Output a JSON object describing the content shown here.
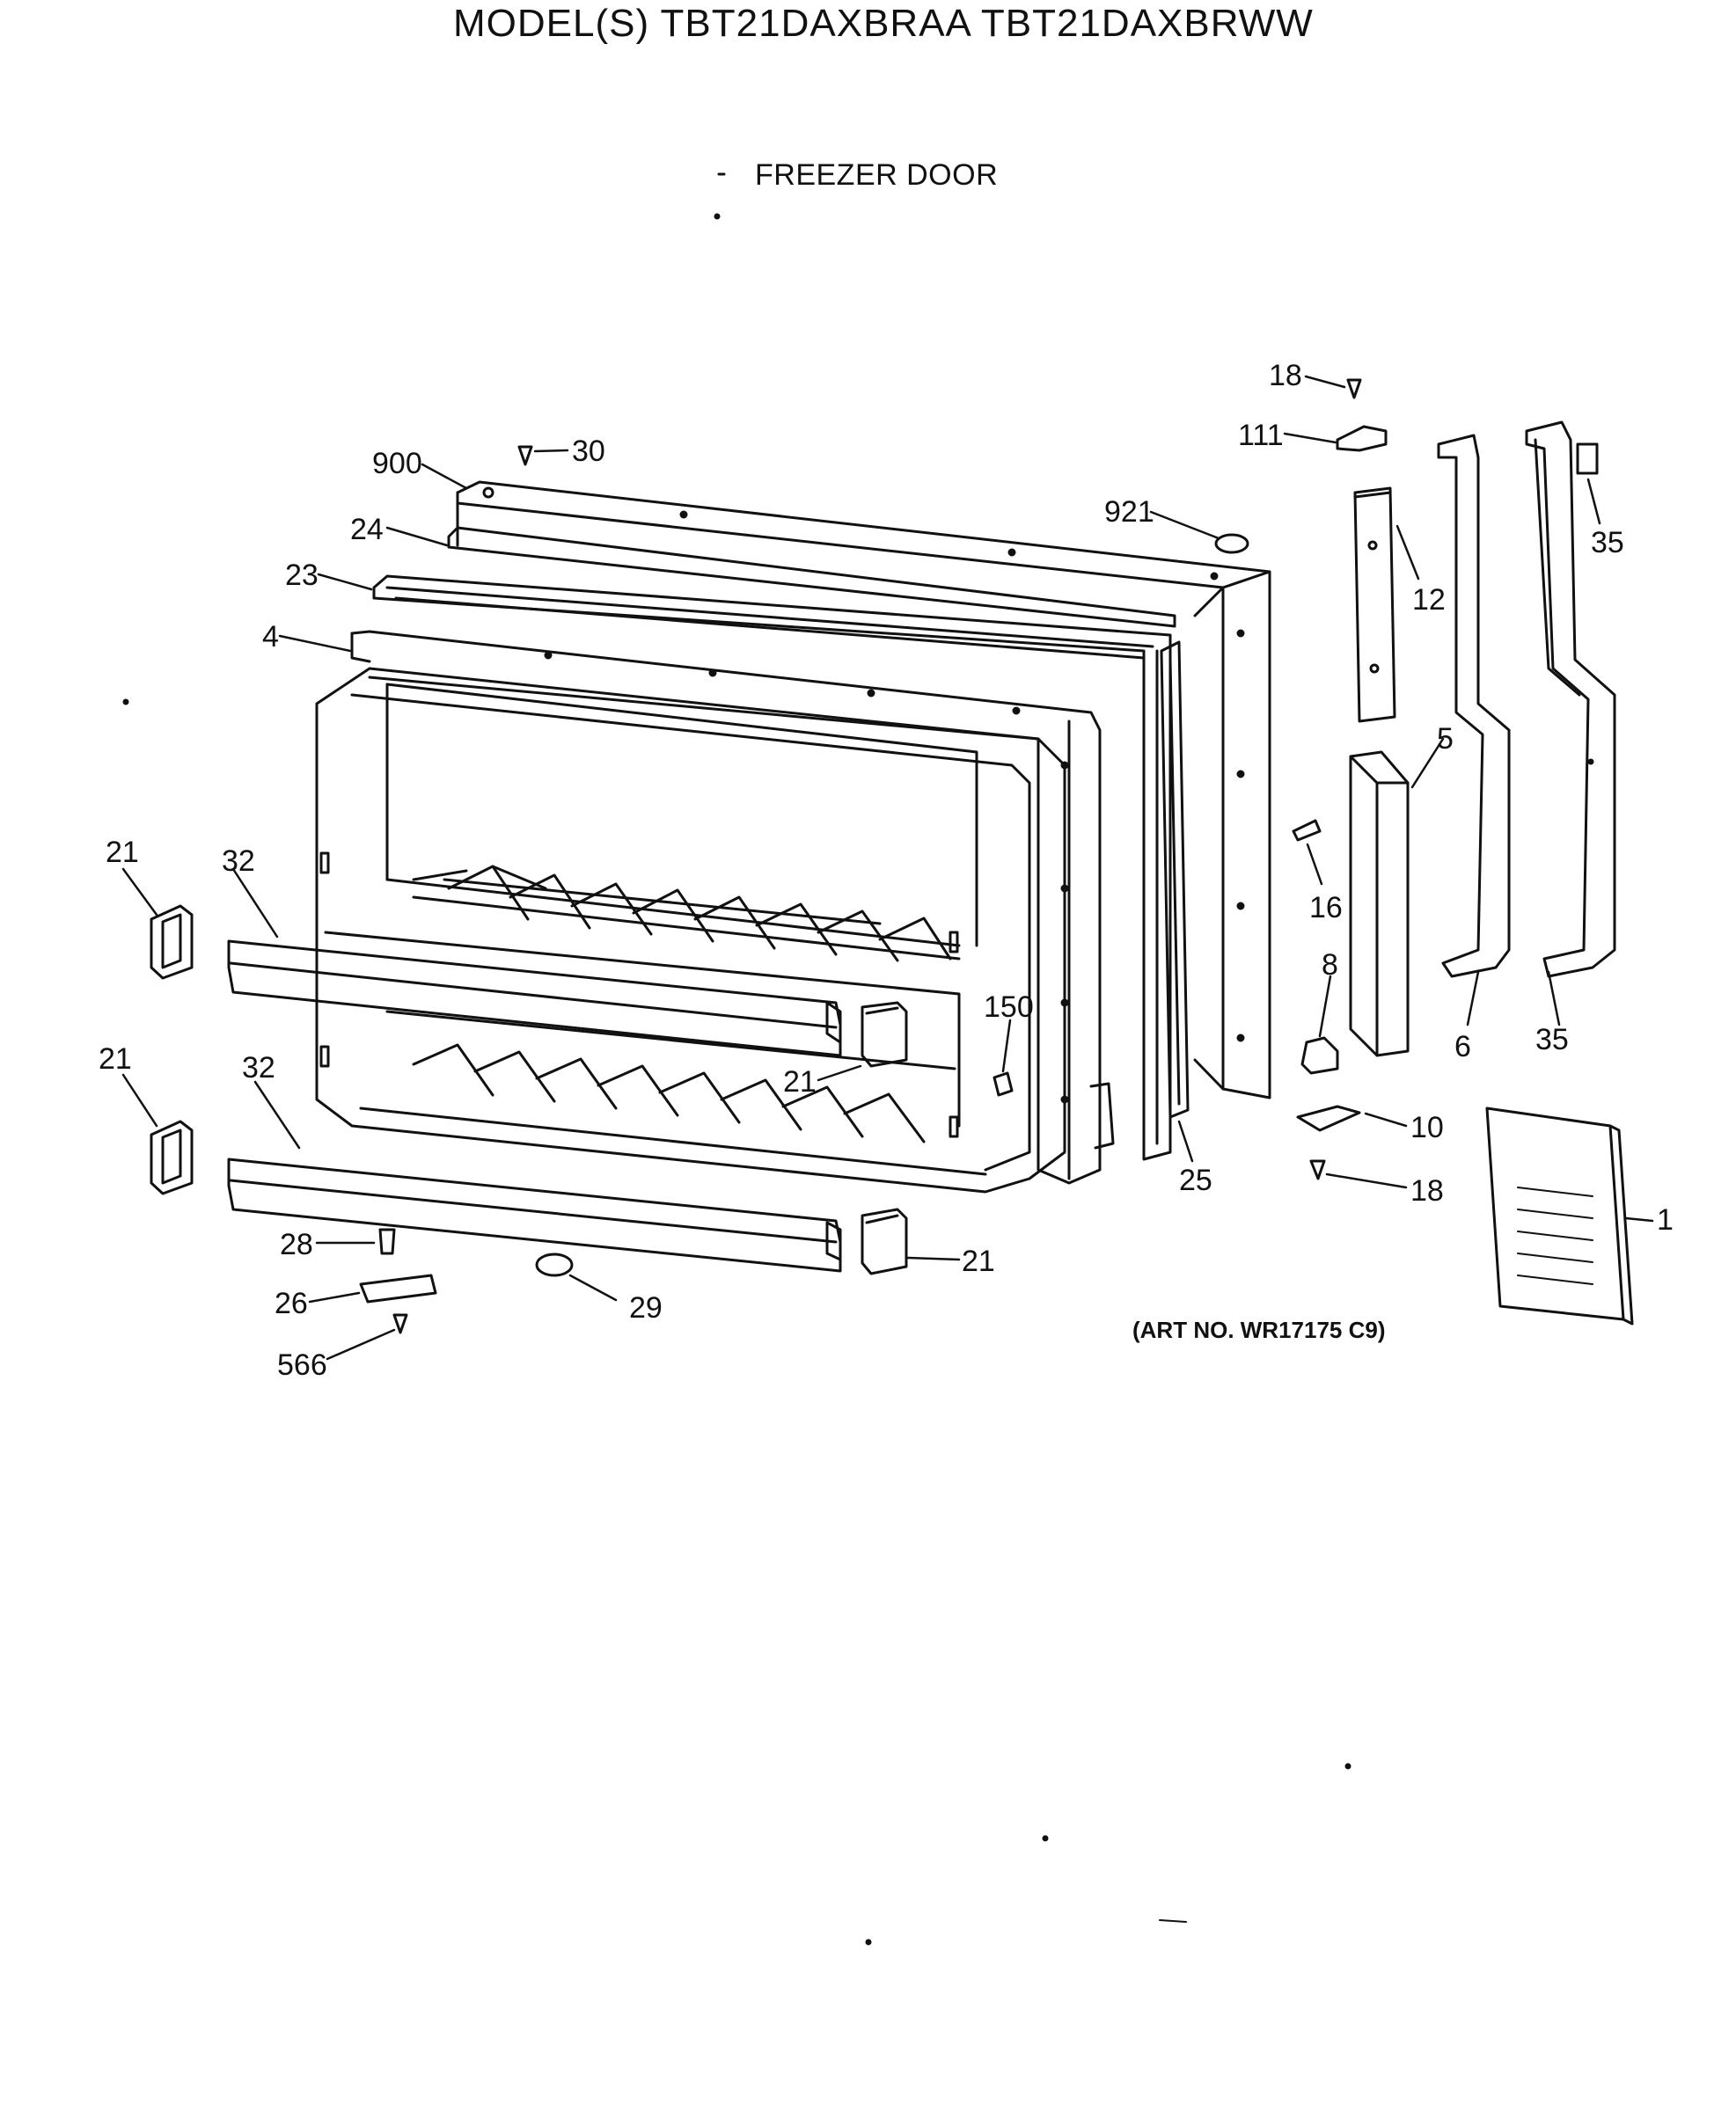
{
  "header": {
    "model_title": "MODEL(S) TBT21DAXBRAA  TBT21DAXBRWW",
    "section_title": "FREEZER DOOR"
  },
  "footer": {
    "art_number": "(ART NO. WR17175 C9)"
  },
  "callouts": {
    "c18_top": "18",
    "c111": "111",
    "c30": "30",
    "c900": "900",
    "c921": "921",
    "c35_top": "35",
    "c24": "24",
    "c12": "12",
    "c23": "23",
    "c4": "4",
    "c5": "5",
    "c21_a": "21",
    "c32_a": "32",
    "c16": "16",
    "c8": "8",
    "c150": "150",
    "c6": "6",
    "c35_bottom": "35",
    "c21_b": "21",
    "c32_b": "32",
    "c21_c": "21",
    "c10": "10",
    "c25": "25",
    "c18_bottom": "18",
    "c1": "1",
    "c28": "28",
    "c21_d": "21",
    "c26": "26",
    "c29": "29",
    "c566": "566"
  }
}
